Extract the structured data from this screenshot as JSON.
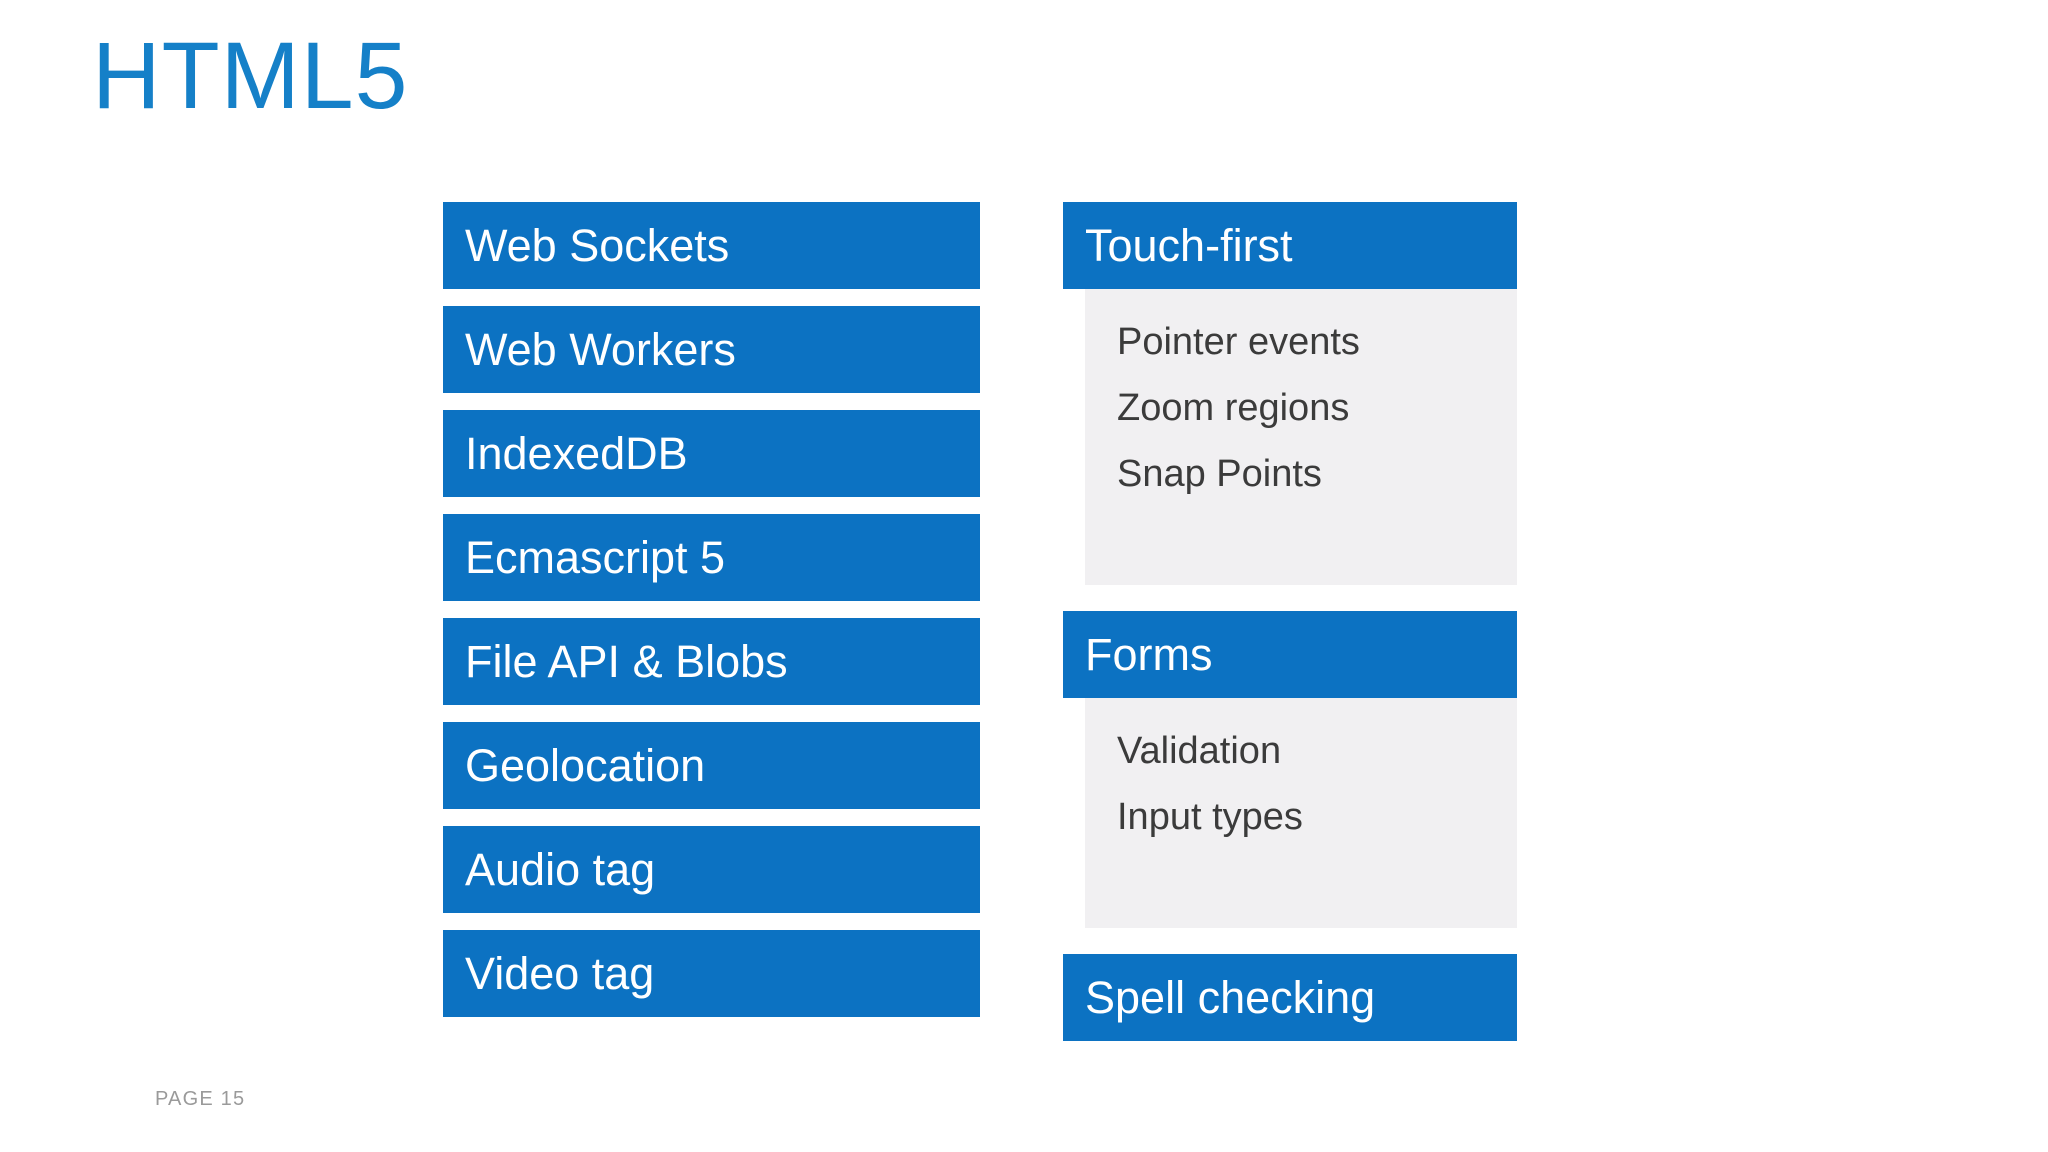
{
  "slide": {
    "title": "HTML5",
    "page_label": "PAGE 15",
    "colors": {
      "title_blue": "#1580C8",
      "bar_blue": "#0C72C2",
      "panel_gray": "#F1F0F2",
      "subitem_text": "#3B3B3B",
      "footer_text": "#9A9A9A",
      "background": "#FFFFFF"
    }
  },
  "left_column": {
    "items": [
      {
        "label": "Web Sockets"
      },
      {
        "label": "Web Workers"
      },
      {
        "label": "IndexedDB"
      },
      {
        "label": "Ecmascript 5"
      },
      {
        "label": "File API & Blobs"
      },
      {
        "label": "Geolocation"
      },
      {
        "label": "Audio tag"
      },
      {
        "label": "Video tag"
      }
    ]
  },
  "right_column": {
    "groups": [
      {
        "label": "Touch-first",
        "subitems": [
          {
            "label": "Pointer events"
          },
          {
            "label": "Zoom regions"
          },
          {
            "label": "Snap Points"
          }
        ]
      },
      {
        "label": "Forms",
        "subitems": [
          {
            "label": "Validation"
          },
          {
            "label": "Input types"
          }
        ]
      },
      {
        "label": "Spell checking",
        "subitems": []
      }
    ]
  }
}
